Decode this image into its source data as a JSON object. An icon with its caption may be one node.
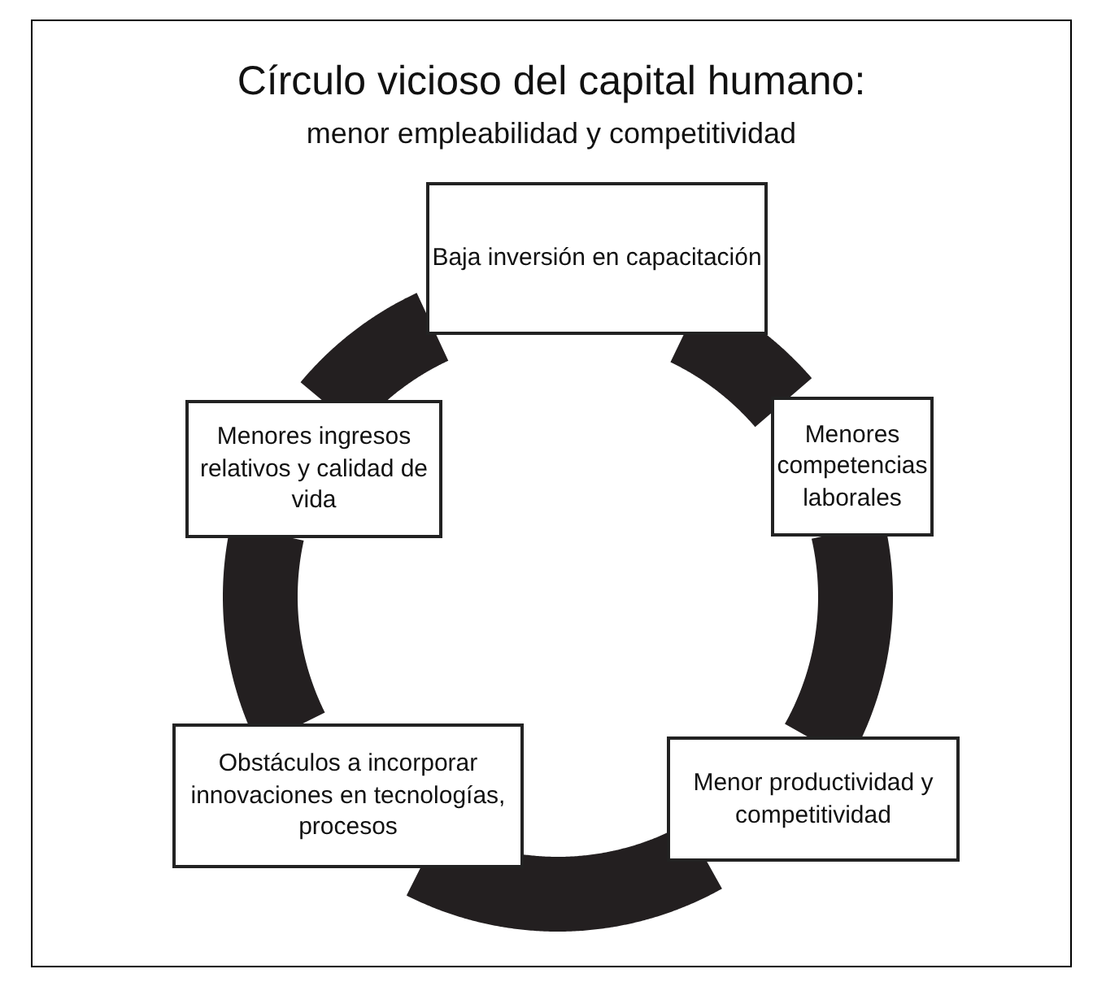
{
  "diagram": {
    "title": "Círculo vicioso del capital humano:",
    "caption": "menor empleabilidad y competitividad",
    "nodes": [
      {
        "text": [
          "Baja inversión en capacitación"
        ]
      },
      {
        "text": [
          "Menores ingresos relativos y calidad de vida"
        ]
      },
      {
        "text": [
          "Menores competencias laborales"
        ]
      },
      {
        "text": [
          "Obstáculos a incorporar innovaciones en tecnologías, procesos"
        ]
      },
      {
        "text": [
          "Menor productividad y competitividad"
        ]
      }
    ],
    "edges": [
      {
        "from": 0,
        "to": 2,
        "arrow": "none"
      },
      {
        "from": 2,
        "to": 4,
        "arrow": "none"
      },
      {
        "from": 4,
        "to": 3,
        "arrow": "none"
      },
      {
        "from": 3,
        "to": 1,
        "arrow": "none"
      },
      {
        "from": 1,
        "to": 0,
        "arrow": "none"
      }
    ]
  }
}
